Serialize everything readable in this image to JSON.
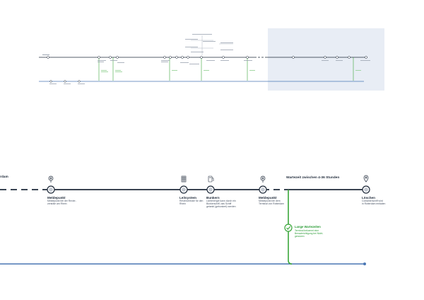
{
  "colors": {
    "line_dark": "#1f2a3a",
    "line_blue": "#4a77b4",
    "line_green": "#3aa63a",
    "highlight_box": "#e8edf5",
    "node_fill": "#ffffff",
    "node_stroke": "#1f2a3a"
  },
  "detail": {
    "left_label": "rdam",
    "wait_label": "Wartezeit zwischen 4-36 Stunden",
    "stops": [
      {
        "id": "meldepunkt-1",
        "title": "Meldepunkt",
        "desc_1": "Meldepunkt bei der Revier-",
        "desc_2": "zentrale am Rhein",
        "icon": "radar-icon"
      },
      {
        "id": "leitsystem",
        "title": "Leitsystem",
        "desc_1": "Revierzentrale für den",
        "desc_2": "Rhein",
        "icon": "grid-icon"
      },
      {
        "id": "bunkern",
        "title": "Bunkern",
        "desc_1": "Lichtenergie kann durch ein",
        "desc_2": "Bunkerschiff, das Schiff",
        "desc_3": "getankt (gebunkert) werden",
        "icon": "fuel-icon"
      },
      {
        "id": "meldepunkt-2",
        "title": "Meldepunkt",
        "desc_1": "Meldepunkt bei dem",
        "desc_2": "Terminal von Rotterdam",
        "icon": "radar-icon"
      },
      {
        "id": "loeschen",
        "title": "Löschen",
        "desc_1": "Containerschiff wird",
        "desc_2": "in Rotterdam entladen",
        "icon": "pin-icon"
      }
    ],
    "green_event": {
      "title": "Lange Wartezeiten",
      "desc_1": "Terminal bekommt eine",
      "desc_2": "Benachrichtigung bei Nicht-",
      "desc_3": "genutzen"
    }
  }
}
